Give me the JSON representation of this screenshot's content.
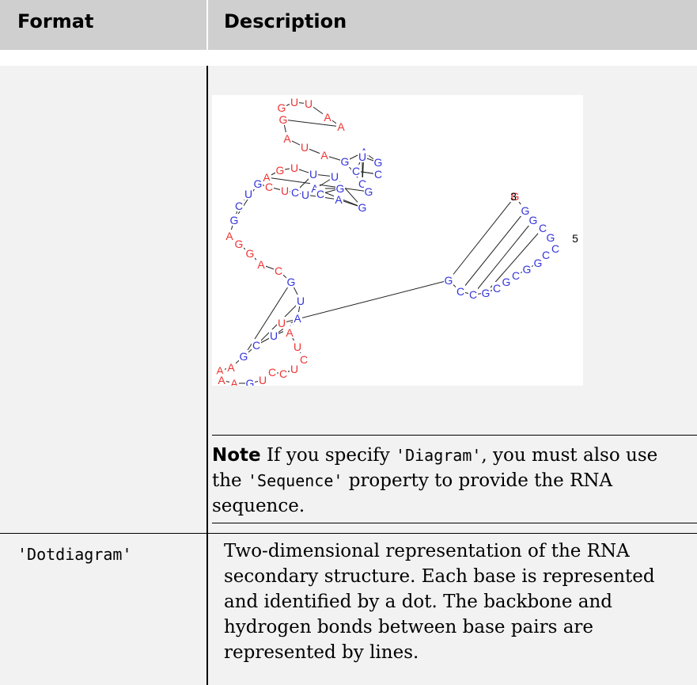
{
  "table": {
    "headers": {
      "format": "Format",
      "description": "Description"
    },
    "note": {
      "label": "Note",
      "text1": " If you specify ",
      "code1": "'Diagram'",
      "text2": ", you must also use the ",
      "code2": "'Sequence'",
      "text3": " property to provide the RNA sequence."
    },
    "rows": [
      {
        "format": "'Dotdiagram'",
        "description": "Two-dimensional representation of the RNA secondary structure. Each base is represented and identified by a dot. The backbone and hydrogen bonds between base pairs are represented by lines."
      }
    ]
  },
  "diagram": {
    "end_labels": {
      "three_prime": "3",
      "five_prime": "5"
    },
    "paired_color": "#3333dd",
    "unpaired_color": "#ee3333",
    "bases": [
      {
        "b": "G",
        "p": 0
      },
      {
        "b": "U",
        "p": 0
      },
      {
        "b": "U",
        "p": 0
      },
      {
        "b": "A",
        "p": 0
      },
      {
        "b": "A",
        "p": 0
      },
      {
        "b": "G",
        "p": 0
      },
      {
        "b": "A",
        "p": 0
      },
      {
        "b": "U",
        "p": 0
      },
      {
        "b": "A",
        "p": 0
      },
      {
        "b": "G",
        "p": 1
      },
      {
        "b": "A",
        "p": 1
      },
      {
        "b": "G",
        "p": 1
      },
      {
        "b": "C",
        "p": 1
      },
      {
        "b": "C",
        "p": 1
      },
      {
        "b": "U",
        "p": 1
      },
      {
        "b": "C",
        "p": 1
      },
      {
        "b": "G",
        "p": 1
      },
      {
        "b": "A",
        "p": 0
      },
      {
        "b": "G",
        "p": 0
      },
      {
        "b": "U",
        "p": 0
      },
      {
        "b": "U",
        "p": 1
      },
      {
        "b": "U",
        "p": 1
      },
      {
        "b": "G",
        "p": 1
      },
      {
        "b": "A",
        "p": 1
      },
      {
        "b": "C",
        "p": 1
      },
      {
        "b": "G",
        "p": 1
      },
      {
        "b": "A",
        "p": 1
      },
      {
        "b": "U",
        "p": 1
      },
      {
        "b": "C",
        "p": 1
      },
      {
        "b": "U",
        "p": 0
      },
      {
        "b": "C",
        "p": 0
      },
      {
        "b": "G",
        "p": 1
      },
      {
        "b": "U",
        "p": 1
      },
      {
        "b": "C",
        "p": 1
      },
      {
        "b": "G",
        "p": 1
      },
      {
        "b": "A",
        "p": 0
      },
      {
        "b": "G",
        "p": 0
      },
      {
        "b": "G",
        "p": 0
      },
      {
        "b": "A",
        "p": 0
      },
      {
        "b": "C",
        "p": 0
      },
      {
        "b": "G",
        "p": 1
      },
      {
        "b": "U",
        "p": 1
      },
      {
        "b": "A",
        "p": 1
      },
      {
        "b": "U",
        "p": 1
      },
      {
        "b": "U",
        "p": 1
      },
      {
        "b": "C",
        "p": 1
      },
      {
        "b": "G",
        "p": 1
      },
      {
        "b": "A",
        "p": 0
      },
      {
        "b": "A",
        "p": 0
      },
      {
        "b": "A",
        "p": 0
      },
      {
        "b": "A",
        "p": 0
      },
      {
        "b": "G",
        "p": 1
      },
      {
        "b": "U",
        "p": 0
      },
      {
        "b": "C",
        "p": 0
      },
      {
        "b": "C",
        "p": 0
      },
      {
        "b": "U",
        "p": 0
      },
      {
        "b": "C",
        "p": 0
      },
      {
        "b": "U",
        "p": 0
      },
      {
        "b": "A",
        "p": 0
      },
      {
        "b": "U",
        "p": 0
      },
      {
        "b": "G",
        "p": 1
      },
      {
        "b": "C",
        "p": 1
      },
      {
        "b": "C",
        "p": 1
      },
      {
        "b": "G",
        "p": 1
      },
      {
        "b": "C",
        "p": 1
      },
      {
        "b": "G",
        "p": 1
      },
      {
        "b": "C",
        "p": 1
      },
      {
        "b": "G",
        "p": 1
      },
      {
        "b": "G",
        "p": 1
      },
      {
        "b": "C",
        "p": 1
      },
      {
        "b": "C",
        "p": 1
      },
      {
        "b": "G",
        "p": 1
      },
      {
        "b": "C",
        "p": 1
      },
      {
        "b": "G",
        "p": 1
      },
      {
        "b": "G",
        "p": 1
      },
      {
        "b": "G",
        "p": 0
      }
    ]
  }
}
